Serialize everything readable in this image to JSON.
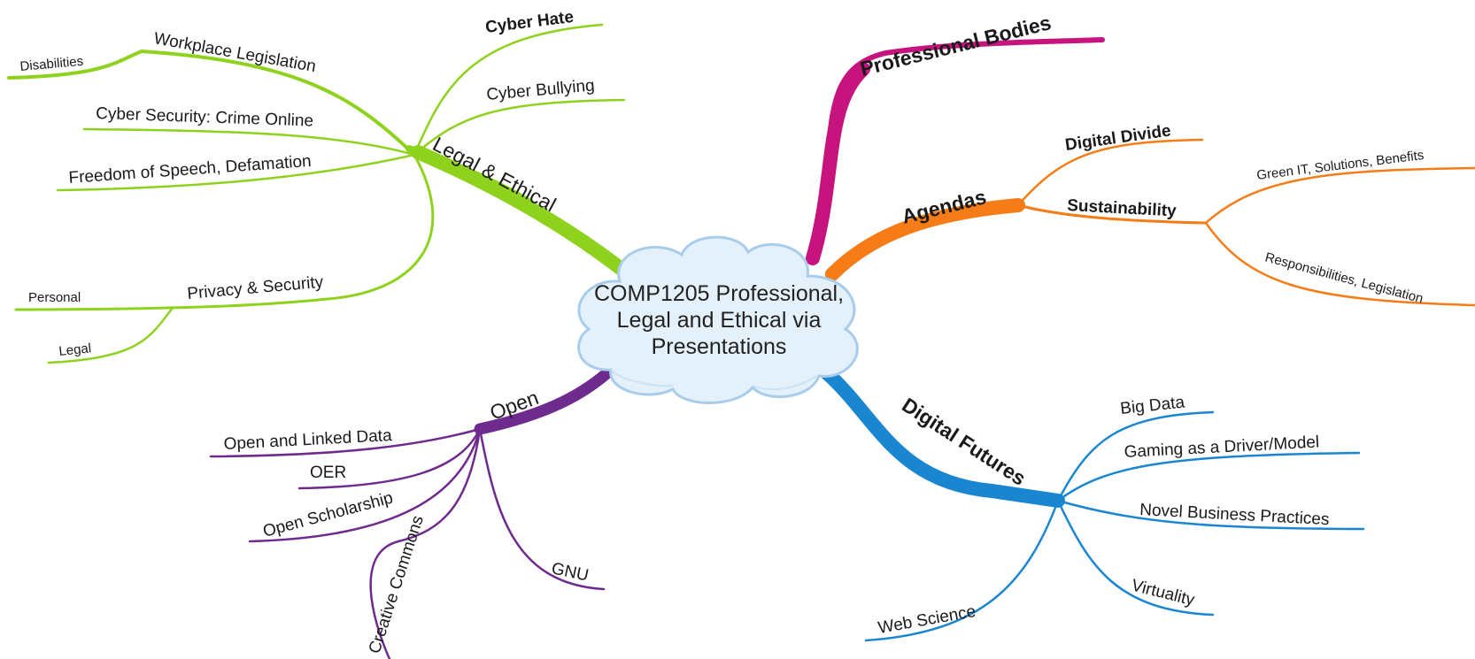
{
  "central_topic": {
    "lines": [
      "COMP1205 Professional,",
      "Legal and Ethical via",
      "Presentations"
    ]
  },
  "colors": {
    "legal": "#8fd21e",
    "professional": "#c6137e",
    "agendas": "#f57c16",
    "futures": "#1a86cf",
    "open": "#6e2a8c",
    "cloud_fill": "#e4f1fb",
    "cloud_stroke": "#a8cdec"
  },
  "branches": {
    "legal": {
      "label": "Legal & Ethical",
      "items": {
        "cyber_hate": "Cyber Hate",
        "cyber_bullying": "Cyber Bullying",
        "workplace": "Workplace Legislation",
        "disabilities": "Disabilities",
        "cyber_security": "Cyber Security: Crime Online",
        "freedom": "Freedom of Speech, Defamation",
        "privacy": "Privacy & Security",
        "personal": "Personal",
        "legal": "Legal"
      }
    },
    "professional": {
      "label": "Professional Bodies"
    },
    "agendas": {
      "label": "Agendas",
      "items": {
        "digital_divide": "Digital Divide",
        "sustainability": "Sustainability",
        "green_it": "Green IT, Solutions, Benefits",
        "responsibilities": "Responsibilities, Legislation"
      }
    },
    "futures": {
      "label": "Digital Futures",
      "items": {
        "big_data": "Big Data",
        "gaming": "Gaming as a Driver/Model",
        "novel": "Novel Business Practices",
        "virtuality": "Virtuality",
        "web_science": "Web Science"
      }
    },
    "open": {
      "label": "Open",
      "items": {
        "linked_data": "Open and Linked Data",
        "oer": "OER",
        "scholarship": "Open Scholarship",
        "creative_commons": "Creative Commons",
        "gnu": "GNU"
      }
    }
  }
}
